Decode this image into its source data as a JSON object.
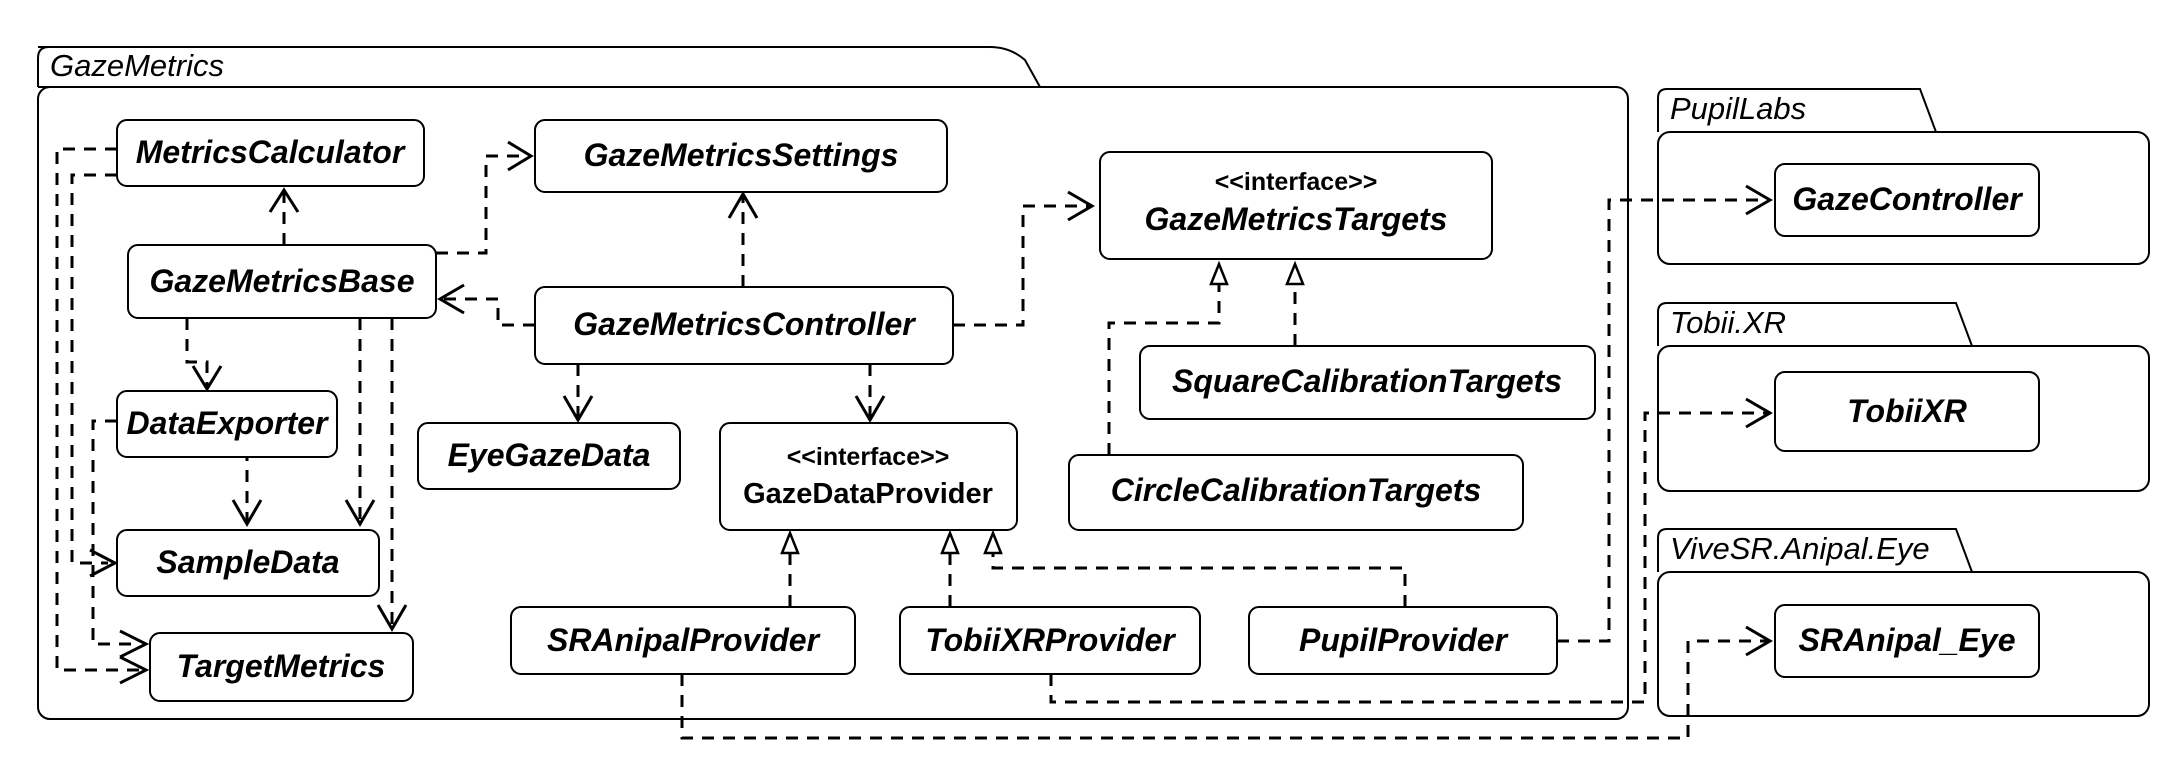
{
  "packages": {
    "gazemetrics": "GazeMetrics",
    "pupillabs": "PupilLabs",
    "tobii": "Tobii.XR",
    "vivesr": "ViveSR.Anipal.Eye"
  },
  "classes": {
    "metrics_calculator": "MetricsCalculator",
    "gaze_metrics_base": "GazeMetricsBase",
    "data_exporter": "DataExporter",
    "sample_data": "SampleData",
    "target_metrics": "TargetMetrics",
    "gaze_metrics_settings": "GazeMetricsSettings",
    "gaze_metrics_controller": "GazeMetricsController",
    "eye_gaze_data": "EyeGazeData",
    "gaze_data_provider": "GazeDataProvider",
    "gaze_metrics_targets": "GazeMetricsTargets",
    "square_calibration_targets": "SquareCalibrationTargets",
    "circle_calibration_targets": "CircleCalibrationTargets",
    "sranipal_provider": "SRAnipalProvider",
    "tobiixr_provider": "TobiiXRProvider",
    "pupil_provider": "PupilProvider",
    "gaze_controller": "GazeController",
    "tobiixr": "TobiiXR",
    "sranipal_eye": "SRAnipal_Eye"
  },
  "stereotypes": {
    "interface": "<<interface>>"
  }
}
